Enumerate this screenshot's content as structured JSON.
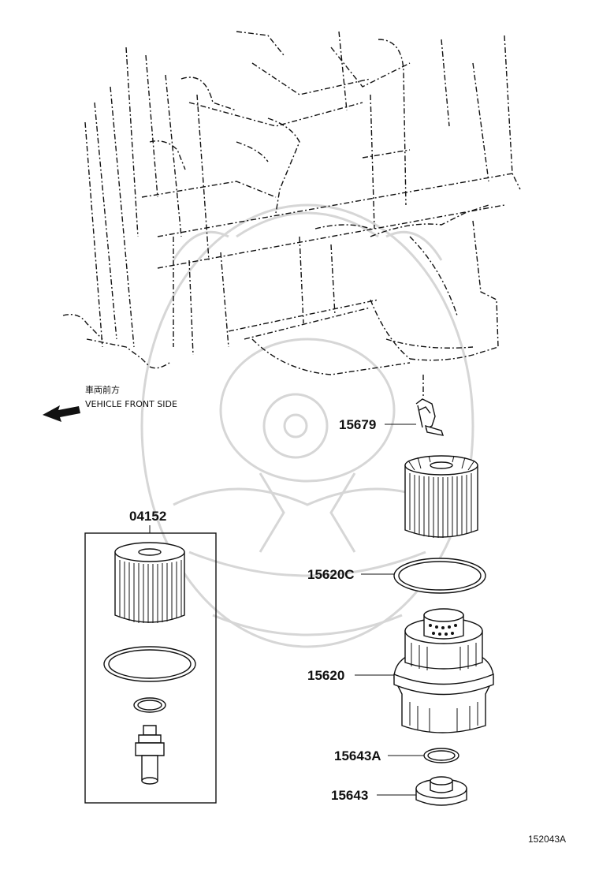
{
  "direction_note": {
    "japanese": "車両前方",
    "english": "VEHICLE FRONT SIDE"
  },
  "callouts": {
    "oil_level_gauge_guide": "15679",
    "kit": "04152",
    "o_ring_upper": "15620C",
    "filter_cap": "15620",
    "o_ring_drain": "15643A",
    "drain_plug": "15643"
  },
  "figure_ref": "152043A",
  "icons": {
    "arrow": "arrow-left-icon",
    "watermark": "emblem-watermark-icon"
  },
  "colors": {
    "line": "#111111",
    "watermark": "#d6d6d6",
    "background": "#ffffff"
  }
}
